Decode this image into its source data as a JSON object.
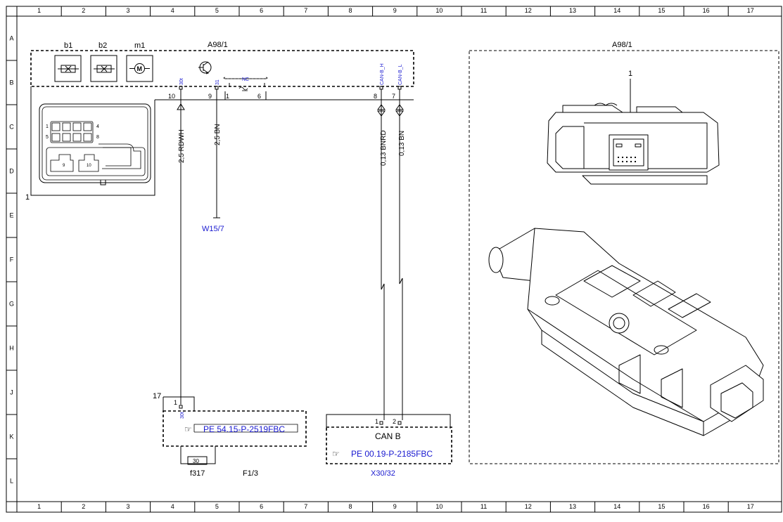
{
  "grid": {
    "columns": [
      "1",
      "2",
      "3",
      "4",
      "5",
      "6",
      "7",
      "8",
      "9",
      "10",
      "11",
      "12",
      "13",
      "14",
      "15",
      "16",
      "17"
    ],
    "rows": [
      "A",
      "B",
      "C",
      "D",
      "E",
      "F",
      "G",
      "H",
      "J",
      "K",
      "L"
    ]
  },
  "components": {
    "main_label": "A98/1",
    "picture_label": "A98/1",
    "b1": "b1",
    "b2": "b2",
    "m1": "m1",
    "connector_index": "1",
    "picture_index": "1",
    "fuse_block_index": "17",
    "fuse_block_ref": "PE 54.15-P-2519FBC",
    "fuse_label": "f317",
    "fuse_value": "30",
    "fuse_location": "F1/3",
    "can_label": "CAN B",
    "can_ref": "PE 00.19-P-2185FBC",
    "can_connector": "X30/32",
    "ground": "W15/7",
    "nc_label": "NC"
  },
  "connector_pins": [
    {
      "pin": "1",
      "label": "1"
    },
    {
      "pin": "4",
      "label": "4"
    },
    {
      "pin": "5",
      "label": "5"
    },
    {
      "pin": "8",
      "label": "8"
    },
    {
      "pin": "9",
      "label": "9"
    },
    {
      "pin": "10",
      "label": "10"
    }
  ],
  "pins": {
    "p10": "10",
    "p9": "9",
    "p1": "1",
    "p6": "6",
    "p8": "8",
    "p7": "7",
    "s30t": "30t",
    "s31": "31",
    "can_h": "CAN-B_H",
    "can_l": "CAN-B_L",
    "fuse_pin": "1",
    "fuse_pin_sig": "30t",
    "can_pin1": "1",
    "can_pin2": "2"
  },
  "wires": {
    "w1": "2,5 RDWH",
    "w2": "2,5 BN",
    "w3": "0,13 BNRD",
    "w4": "0,13 BN"
  }
}
